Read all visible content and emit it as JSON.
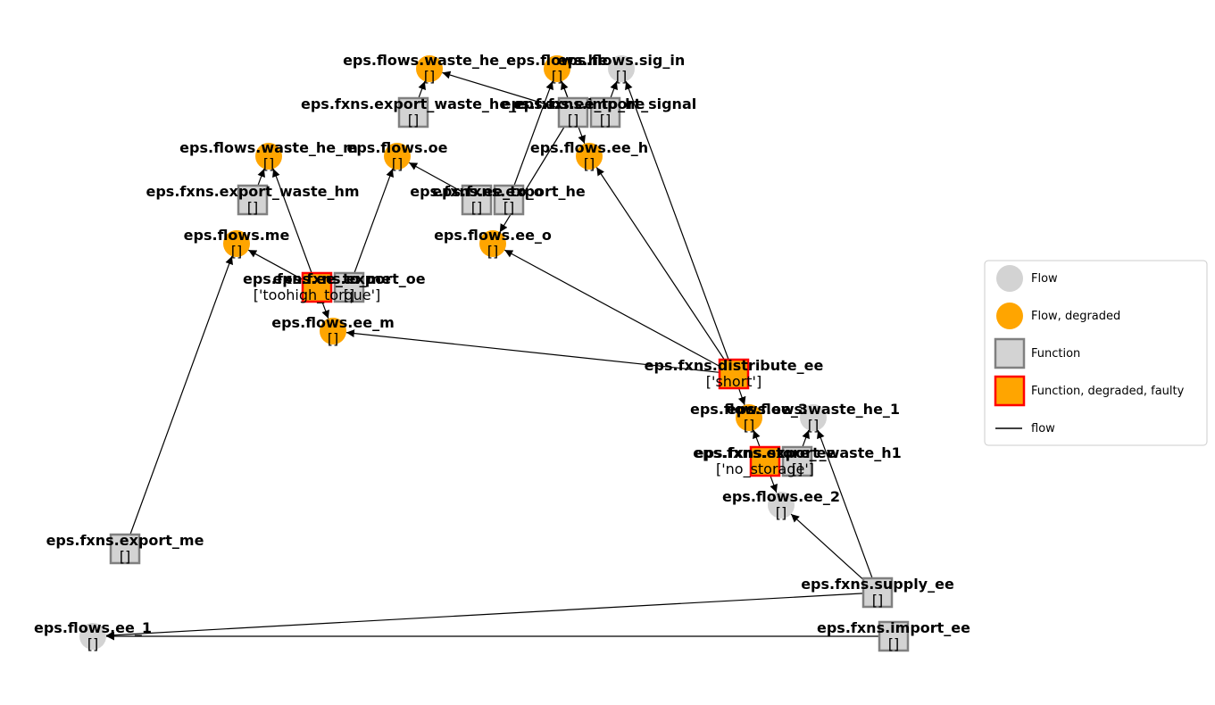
{
  "colors": {
    "flow": "#d3d3d3",
    "flow_degraded": "#ffa500",
    "function_fill": "#d3d3d3",
    "function_border": "#808080",
    "faulty_fill": "#ffa500",
    "faulty_border": "#ff0000",
    "edge": "#000000"
  },
  "nodes": [
    {
      "id": "waste_he_e",
      "kind": "flow",
      "degraded": true,
      "name": "eps.flows.waste_he_e",
      "value": "[]"
    },
    {
      "id": "flows_he",
      "kind": "flow",
      "degraded": true,
      "name": "eps.flows.he",
      "value": "[]"
    },
    {
      "id": "sig_in",
      "kind": "flow",
      "degraded": false,
      "name": "eps.flows.sig_in",
      "value": "[]"
    },
    {
      "id": "export_waste_he_e",
      "kind": "function",
      "faulty": false,
      "name": "eps.fxns.export_waste_he_e",
      "value": "[]"
    },
    {
      "id": "ee_to_he",
      "kind": "function",
      "faulty": false,
      "name": "eps.fxns.ee_to_he",
      "value": "[]"
    },
    {
      "id": "import_signal",
      "kind": "function",
      "faulty": false,
      "name": "eps.fxns.import_signal",
      "value": "[]"
    },
    {
      "id": "waste_he_m",
      "kind": "flow",
      "degraded": true,
      "name": "eps.flows.waste_he_m",
      "value": "[]"
    },
    {
      "id": "flows_oe",
      "kind": "flow",
      "degraded": true,
      "name": "eps.flows.oe",
      "value": "[]"
    },
    {
      "id": "ee_h",
      "kind": "flow",
      "degraded": true,
      "name": "eps.flows.ee_h",
      "value": "[]"
    },
    {
      "id": "export_waste_hm",
      "kind": "function",
      "faulty": false,
      "name": "eps.fxns.export_waste_hm",
      "value": "[]"
    },
    {
      "id": "ee_to_o",
      "kind": "function",
      "faulty": false,
      "name": "eps.fxns.ee_to_o",
      "value": "[]"
    },
    {
      "id": "export_he",
      "kind": "function",
      "faulty": false,
      "name": "eps.fxns.export_he",
      "value": "[]"
    },
    {
      "id": "flows_me",
      "kind": "flow",
      "degraded": true,
      "name": "eps.flows.me",
      "value": "[]"
    },
    {
      "id": "ee_o",
      "kind": "flow",
      "degraded": true,
      "name": "eps.flows.ee_o",
      "value": "[]"
    },
    {
      "id": "ee_to_me",
      "kind": "function",
      "faulty": true,
      "name": "eps.fxns.ee_to_me",
      "value": "['toohigh_torque']"
    },
    {
      "id": "export_oe",
      "kind": "function",
      "faulty": false,
      "name": "eps.fxns.export_oe",
      "value": "[]"
    },
    {
      "id": "ee_m",
      "kind": "flow",
      "degraded": true,
      "name": "eps.flows.ee_m",
      "value": "[]"
    },
    {
      "id": "distribute_ee",
      "kind": "function",
      "faulty": true,
      "name": "eps.fxns.distribute_ee",
      "value": "['short']"
    },
    {
      "id": "ee_3",
      "kind": "flow",
      "degraded": true,
      "name": "eps.flows.ee_3",
      "value": "[]"
    },
    {
      "id": "waste_he_1",
      "kind": "flow",
      "degraded": false,
      "name": "eps.flows.waste_he_1",
      "value": "[]"
    },
    {
      "id": "store_ee",
      "kind": "function",
      "faulty": true,
      "name": "eps.fxns.store_ee",
      "value": "['no_storage']"
    },
    {
      "id": "export_waste_h1",
      "kind": "function",
      "faulty": false,
      "name": "eps.fxns.export_waste_h1",
      "value": "[]"
    },
    {
      "id": "ee_2",
      "kind": "flow",
      "degraded": false,
      "name": "eps.flows.ee_2",
      "value": "[]"
    },
    {
      "id": "export_me",
      "kind": "function",
      "faulty": false,
      "name": "eps.fxns.export_me",
      "value": "[]"
    },
    {
      "id": "supply_ee",
      "kind": "function",
      "faulty": false,
      "name": "eps.fxns.supply_ee",
      "value": "[]"
    },
    {
      "id": "ee_1",
      "kind": "flow",
      "degraded": false,
      "name": "eps.flows.ee_1",
      "value": "[]"
    },
    {
      "id": "import_ee",
      "kind": "function",
      "faulty": false,
      "name": "eps.fxns.import_ee",
      "value": "[]"
    }
  ],
  "edges": [
    [
      "export_waste_he_e",
      "waste_he_e"
    ],
    [
      "ee_to_he",
      "waste_he_e"
    ],
    [
      "export_waste_hm",
      "waste_he_m"
    ],
    [
      "ee_to_me",
      "waste_he_m"
    ],
    [
      "ee_to_o",
      "flows_oe"
    ],
    [
      "export_oe",
      "flows_oe"
    ],
    [
      "ee_to_me",
      "flows_me"
    ],
    [
      "export_me",
      "flows_me"
    ],
    [
      "ee_to_he",
      "flows_he"
    ],
    [
      "export_he",
      "flows_he"
    ],
    [
      "import_signal",
      "sig_in"
    ],
    [
      "distribute_ee",
      "sig_in"
    ],
    [
      "flows_he",
      "ee_h"
    ],
    [
      "distribute_ee",
      "ee_h"
    ],
    [
      "ee_to_he",
      "ee_o"
    ],
    [
      "distribute_ee",
      "ee_o"
    ],
    [
      "ee_to_me",
      "ee_m"
    ],
    [
      "distribute_ee",
      "ee_m"
    ],
    [
      "distribute_ee",
      "ee_3"
    ],
    [
      "store_ee",
      "ee_3"
    ],
    [
      "export_waste_h1",
      "waste_he_1"
    ],
    [
      "supply_ee",
      "waste_he_1"
    ],
    [
      "store_ee",
      "ee_2"
    ],
    [
      "supply_ee",
      "ee_2"
    ],
    [
      "supply_ee",
      "ee_1"
    ],
    [
      "import_ee",
      "ee_1"
    ]
  ],
  "legend": [
    {
      "kind": "flow",
      "label": "Flow"
    },
    {
      "kind": "flow_degraded",
      "label": "Flow, degraded"
    },
    {
      "kind": "function",
      "label": "Function"
    },
    {
      "kind": "function_faulty",
      "label": "Function, degraded, faulty"
    },
    {
      "kind": "edge",
      "label": "flow"
    }
  ]
}
